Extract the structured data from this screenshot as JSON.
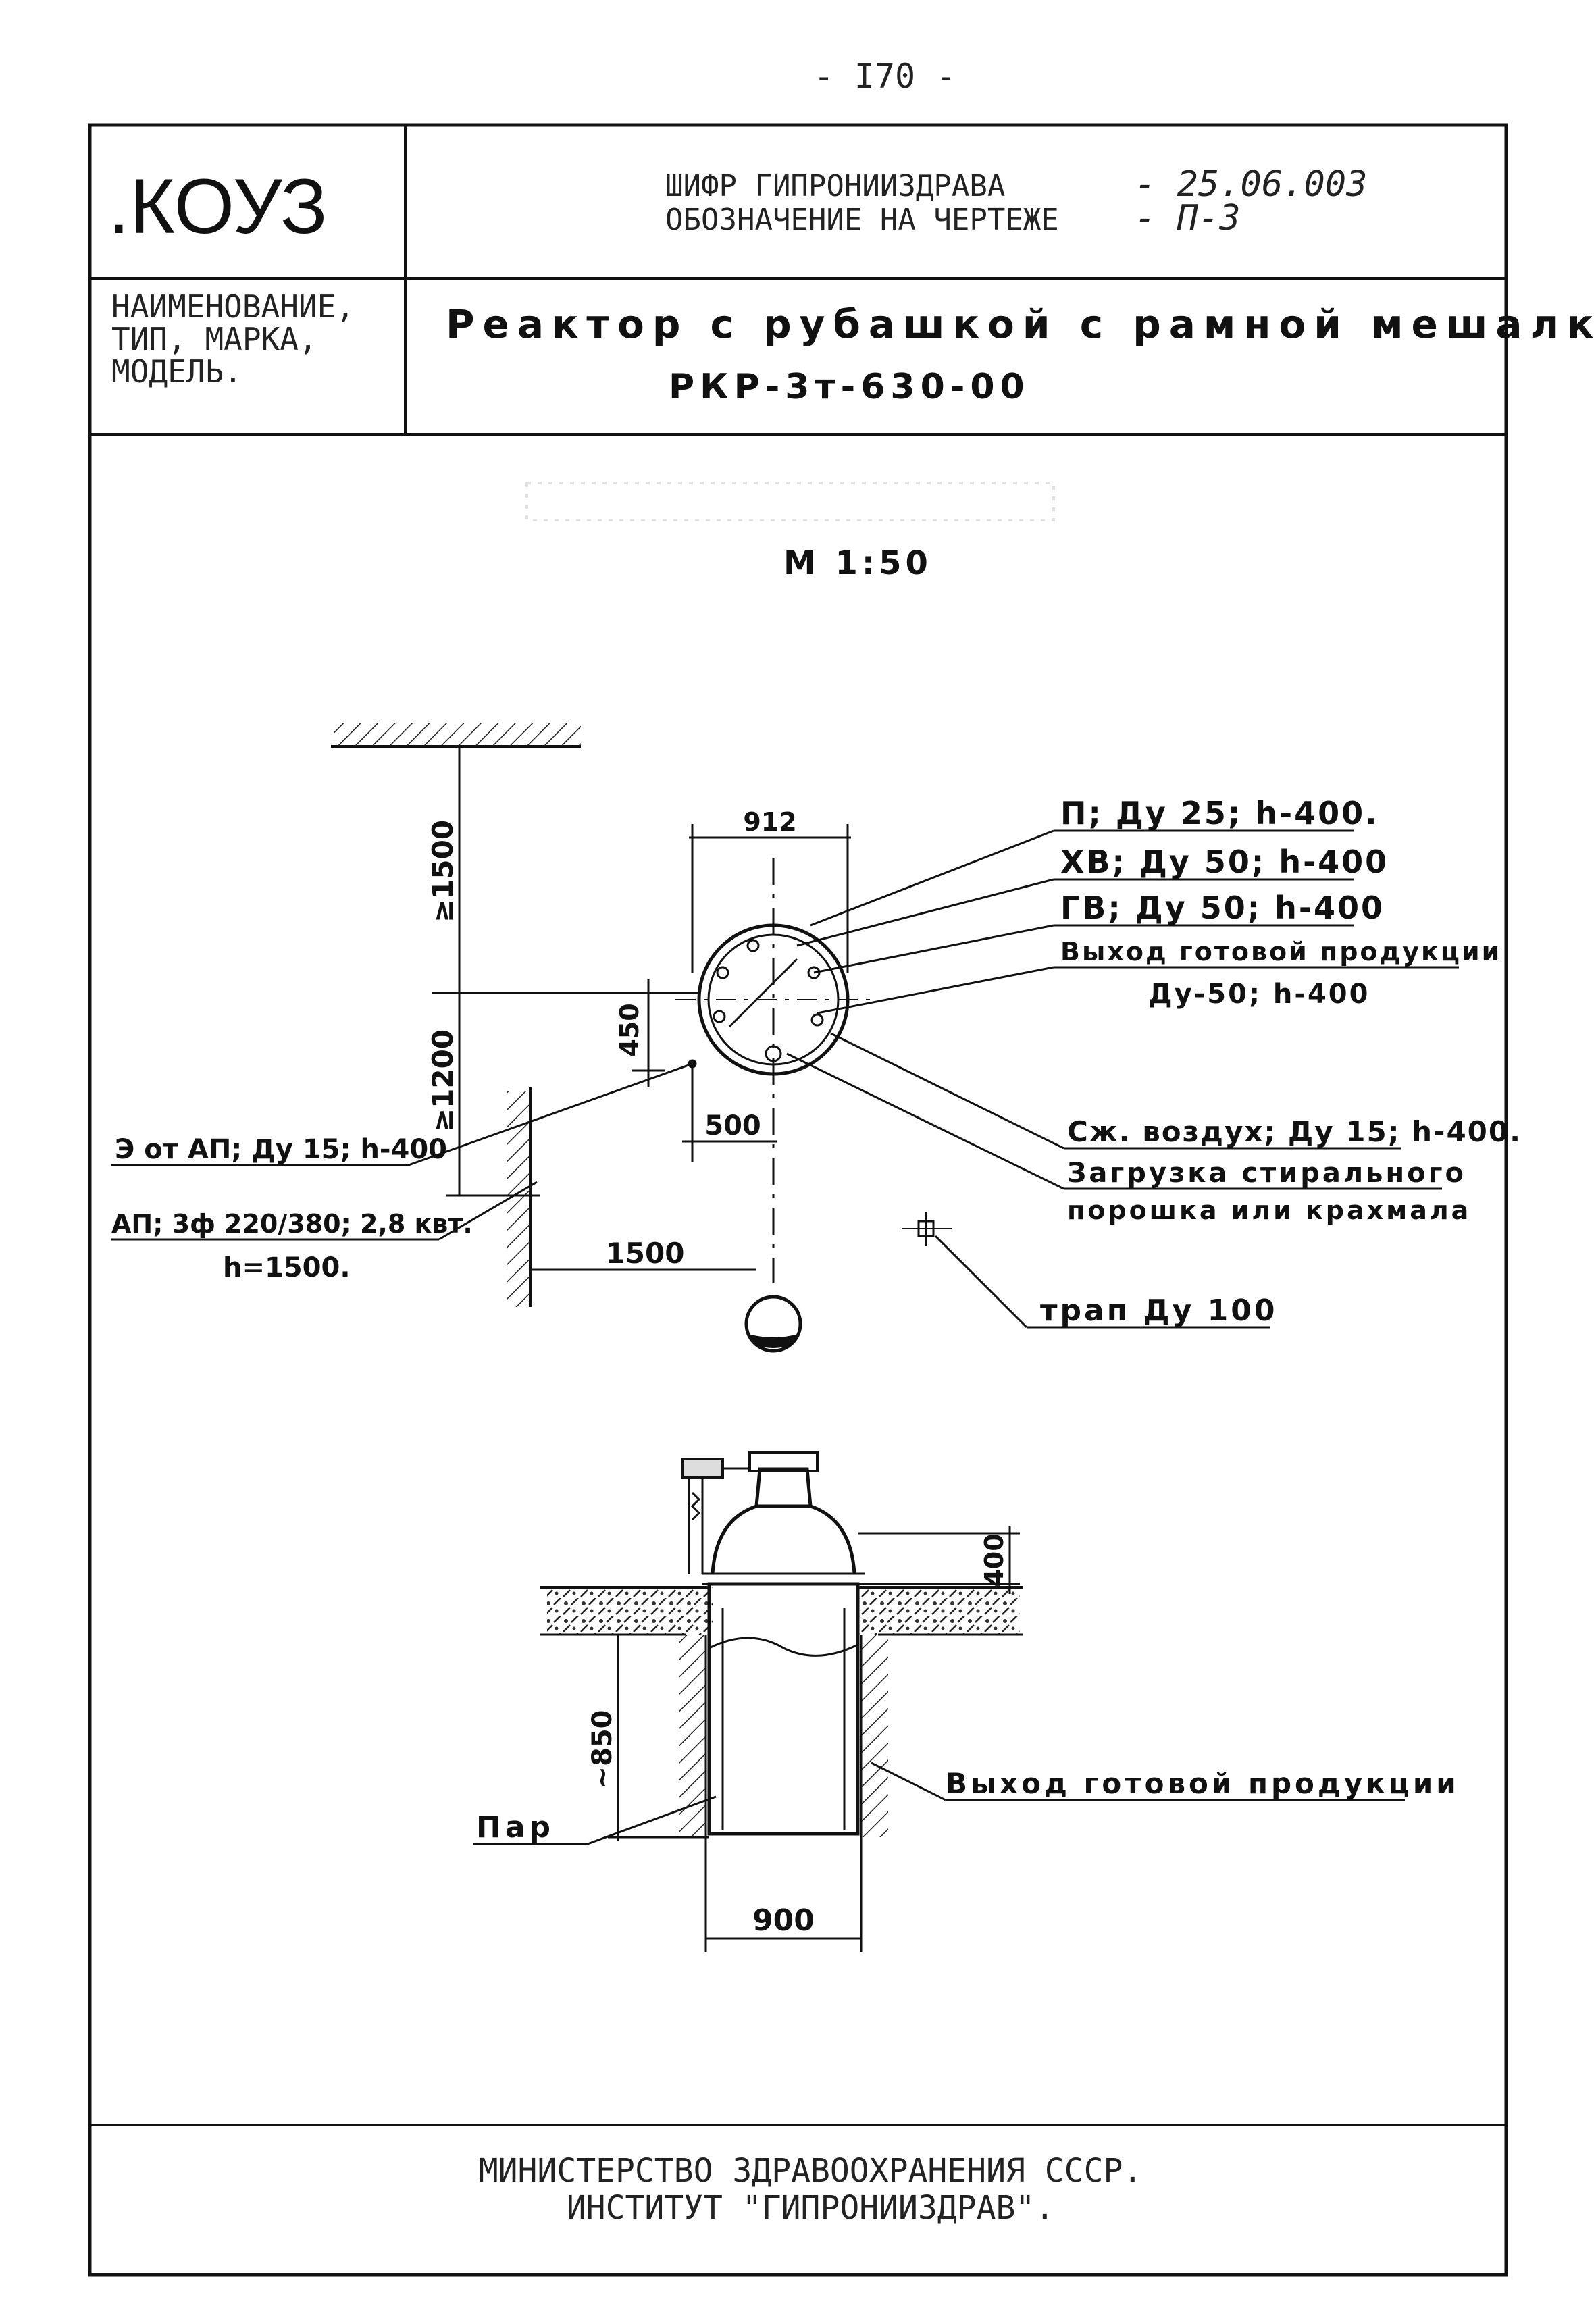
{
  "page": {
    "number": "- I70 -"
  },
  "header": {
    "logo": ".КОУЗ",
    "cipher_line": "ШИФР ГИПРОНИИЗДРАВА",
    "cipher_value": "- 25.06.003",
    "designation_line": "ОБОЗНАЧЕНИЕ НА ЧЕРТЕЖЕ",
    "designation_value": "- П-3",
    "name_label": [
      "НАИМЕНОВАНИЕ,",
      "ТИП, МАРКА,",
      "МОДЕЛЬ."
    ],
    "name_value": "Реактор с рубашкой с рамной мешалкой",
    "model_value": "РКР-3т-630-00"
  },
  "drawing": {
    "scale": "М 1:50",
    "plan": {
      "dim_top": "912",
      "dim_left_upper": "≥1500",
      "dim_left_lower": "≥1200",
      "dim_450": "450",
      "dim_500": "500",
      "dim_1500": "1500",
      "callout_p": "П; Ду 25; h-400.",
      "callout_xv": "ХВ; Ду 50; h-400",
      "callout_gv": "ГВ; Ду 50; h-400",
      "callout_out1": "Выход готовой продукции",
      "callout_out2": "Ду-50; h-400",
      "callout_air": "Сж. воздух; Ду 15; h-400.",
      "callout_load1": "Загрузка стирального",
      "callout_load2": "порошка или крахмала",
      "callout_ap1": "Э от АП; Ду 15; h-400",
      "callout_ap2": "АП; 3ф 220/380; 2,8 квт.",
      "callout_ap3": "h=1500.",
      "callout_trap": "трап Ду 100"
    },
    "section": {
      "dim_400": "400",
      "dim_850": "~850",
      "dim_900": "900",
      "callout_out": "Выход готовой продукции",
      "callout_steam": "Пар"
    }
  },
  "footer": {
    "line1": "МИНИСТЕРСТВО ЗДРАВООХРАНЕНИЯ СССР.",
    "line2": "ИНСТИТУТ \"ГИПРОНИИЗДРАВ\"."
  }
}
